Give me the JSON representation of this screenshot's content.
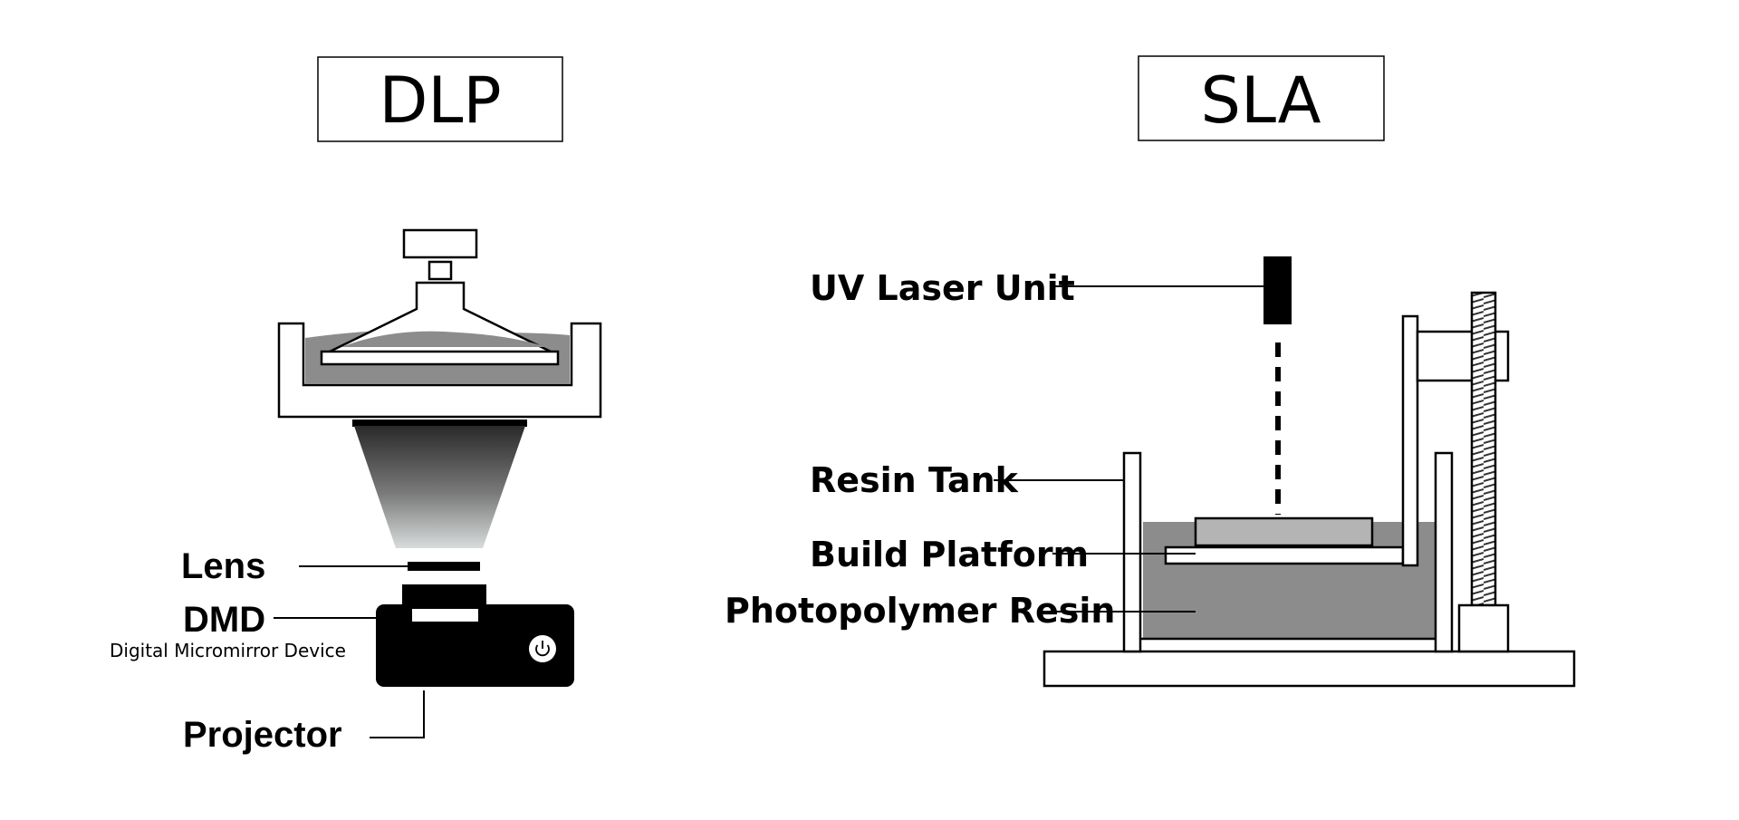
{
  "dlp": {
    "title": "DLP",
    "labels": {
      "lens": "Lens",
      "dmd": "DMD",
      "dmd_full": "Digital Micromirror Device",
      "projector": "Projector"
    }
  },
  "sla": {
    "title": "SLA",
    "labels": {
      "uv_laser": "UV Laser Unit",
      "resin_tank": "Resin Tank",
      "build_platform": "Build Platform",
      "resin": "Photopolymer Resin"
    }
  },
  "colors": {
    "resin": "#8c8c8c",
    "line": "#000000",
    "projector_body": "#000000"
  }
}
